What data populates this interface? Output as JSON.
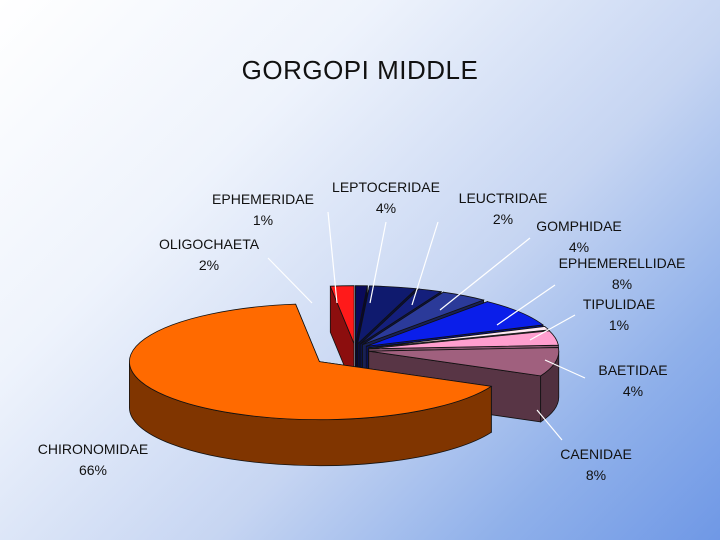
{
  "slide": {
    "title": "GORGOPI MIDDLE"
  },
  "chart_data": {
    "type": "pie",
    "style": "3d-exploded",
    "title": "GORGOPI MIDDLE",
    "slices": [
      {
        "label": "EPHEMERIDAE",
        "value_label": "1%",
        "value": 1,
        "color": "#0a0a5a"
      },
      {
        "label": "LEPTOCERIDAE",
        "value_label": "4%",
        "value": 4,
        "color": "#0f1a6e"
      },
      {
        "label": "LEUCTRIDAE",
        "value_label": "2%",
        "value": 2,
        "color": "#141f7c"
      },
      {
        "label": "GOMPHIDAE",
        "value_label": "4%",
        "value": 4,
        "color": "#2b3a99"
      },
      {
        "label": "EPHEMERELLIDAE",
        "value_label": "8%",
        "value": 8,
        "color": "#0a1eea"
      },
      {
        "label": "TIPULIDAE",
        "value_label": "1%",
        "value": 1,
        "color": "#ffe9f4"
      },
      {
        "label": "BAETIDAE",
        "value_label": "4%",
        "value": 4,
        "color": "#ff9fcf"
      },
      {
        "label": "CAENIDAE",
        "value_label": "8%",
        "value": 8,
        "color": "#a0607e"
      },
      {
        "label": "CHIRONOMIDAE",
        "value_label": "66%",
        "value": 66,
        "color": "#ff6a00"
      },
      {
        "label": "OLIGOCHAETA",
        "value_label": "2%",
        "value": 2,
        "color": "#ff1a1a"
      }
    ]
  }
}
